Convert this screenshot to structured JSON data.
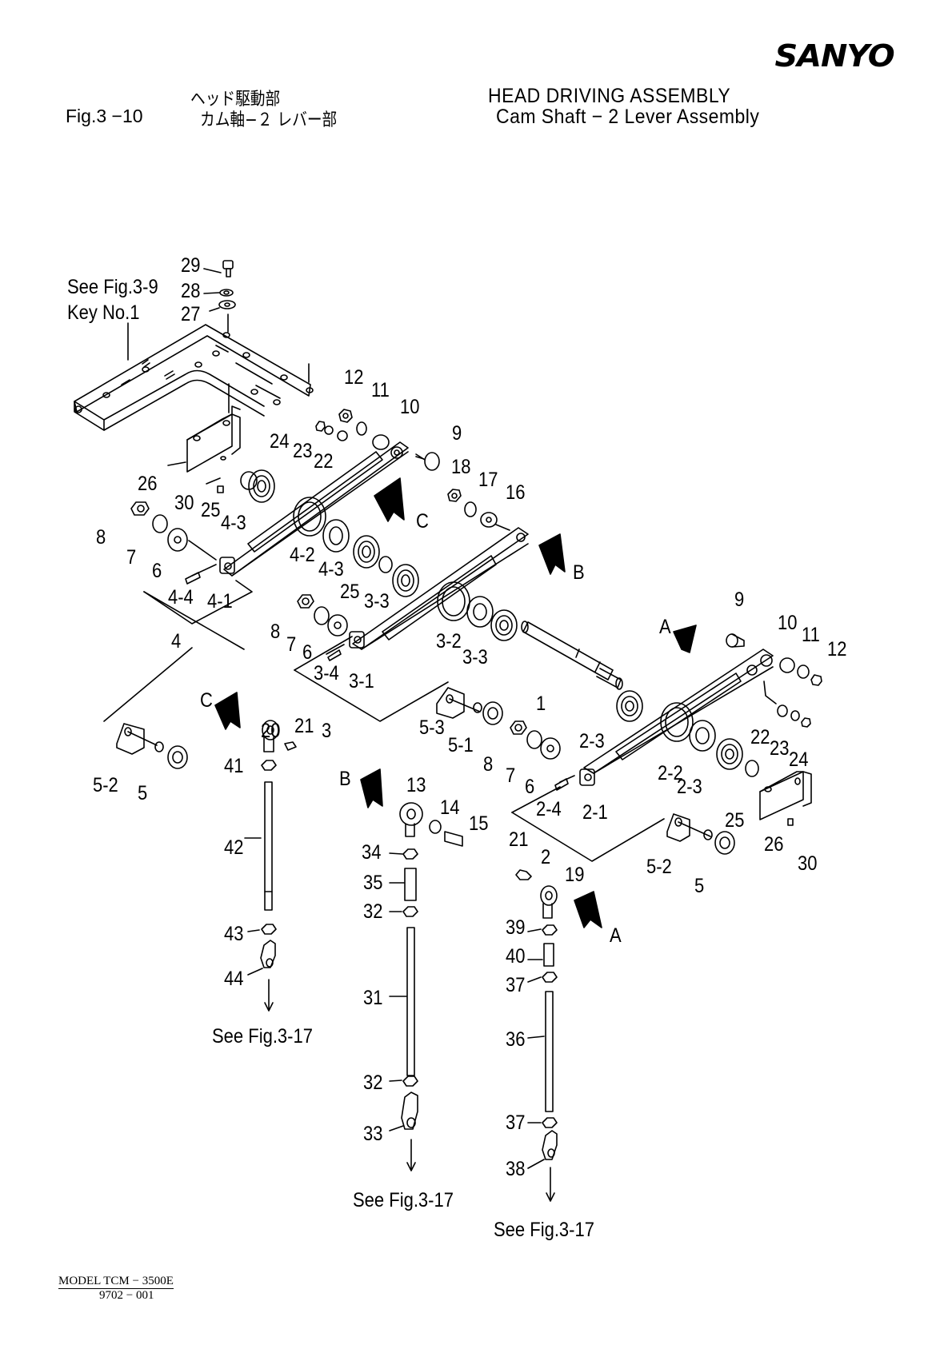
{
  "header": {
    "brand": "SANYO",
    "figure_number": "Fig.3 −10",
    "title_jp_line1": "ヘッド駆動部",
    "title_jp_line2": "カム軸−２ レバー部",
    "title_en_line1": "HEAD  DRIVING  ASSEMBLY",
    "title_en_line2": "Cam  Shaft − 2  Lever  Assembly"
  },
  "references": [
    {
      "id": "ref-fig-3-9",
      "text": "See Fig.3-9"
    },
    {
      "id": "ref-key-no-1",
      "text": "Key No.1"
    },
    {
      "id": "ref-fig-3-17-left",
      "text": "See Fig.3-17"
    },
    {
      "id": "ref-fig-3-17-center",
      "text": "See Fig.3-17"
    },
    {
      "id": "ref-fig-3-17-right",
      "text": "See Fig.3-17"
    }
  ],
  "view_arrows": [
    "A",
    "B",
    "C",
    "C",
    "B",
    "A"
  ],
  "part_labels": [
    "29",
    "28",
    "27",
    "12",
    "11",
    "10",
    "9",
    "24",
    "23",
    "22",
    "26",
    "30",
    "25",
    "4-3",
    "8",
    "7",
    "6",
    "18",
    "17",
    "16",
    "4-2",
    "4-3",
    "25",
    "3-3",
    "4-4",
    "4-1",
    "4",
    "8",
    "7",
    "6",
    "3-2",
    "3-3",
    "3-4",
    "3-1",
    "3",
    "1",
    "9",
    "10",
    "11",
    "12",
    "5-3",
    "5-1",
    "8",
    "7",
    "6",
    "2-3",
    "22",
    "23",
    "24",
    "2-2",
    "2-3",
    "25",
    "26",
    "30",
    "2-4",
    "2-1",
    "2",
    "5-2",
    "5",
    "20",
    "21",
    "41",
    "5-2",
    "5",
    "13",
    "14",
    "15",
    "34",
    "35",
    "32",
    "21",
    "19",
    "42",
    "43",
    "44",
    "39",
    "40",
    "37",
    "31",
    "32",
    "33",
    "36",
    "37",
    "38"
  ],
  "footer": {
    "model": "MODEL  TCM − 3500E",
    "code": "9702 − 001"
  }
}
